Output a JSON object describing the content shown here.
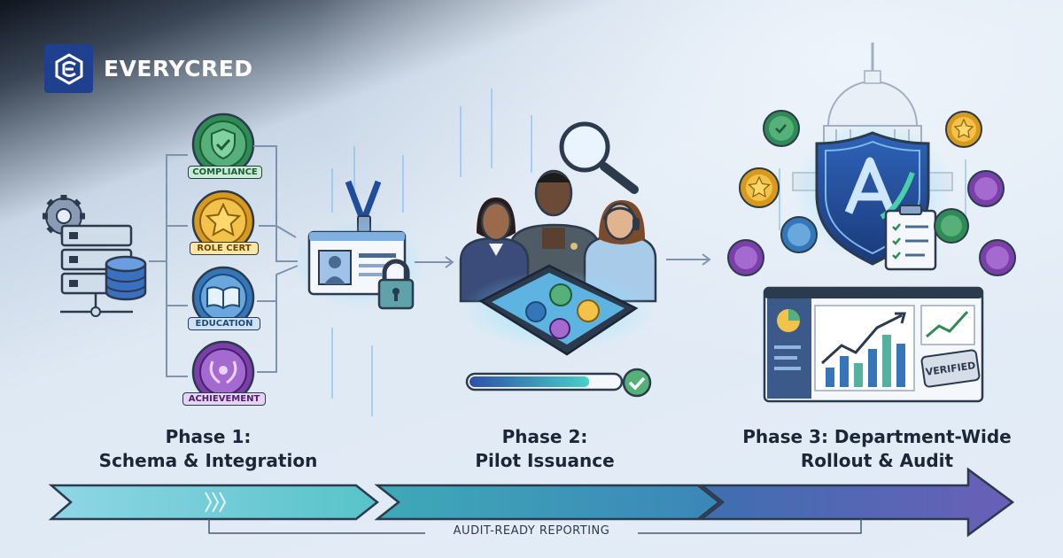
{
  "brand": {
    "name": "EVERYCRED",
    "logo_icon": "everycred-logo-icon"
  },
  "badges": [
    {
      "label": "COMPLIANCE",
      "icon": "shield-check-icon",
      "color": "#2f8a55"
    },
    {
      "label": "ROLE CERT",
      "icon": "star-icon",
      "color": "#d79a1c"
    },
    {
      "label": "EDUCATION",
      "icon": "book-icon",
      "color": "#3477b8"
    },
    {
      "label": "ACHIEVEMENT",
      "icon": "laurel-icon",
      "color": "#7a3fa8"
    }
  ],
  "phases": [
    {
      "title_line1": "Phase 1:",
      "title_line2": "Schema & Integration"
    },
    {
      "title_line1": "Phase 2:",
      "title_line2": "Pilot Issuance"
    },
    {
      "title_line1": "Phase 3: Department-Wide",
      "title_line2": "Rollout & Audit"
    }
  ],
  "dashboard": {
    "stamp": "VERIFIED"
  },
  "pilot": {
    "progress": 0.8
  },
  "timeline": {
    "footer_label": "AUDIT-READY REPORTING"
  }
}
